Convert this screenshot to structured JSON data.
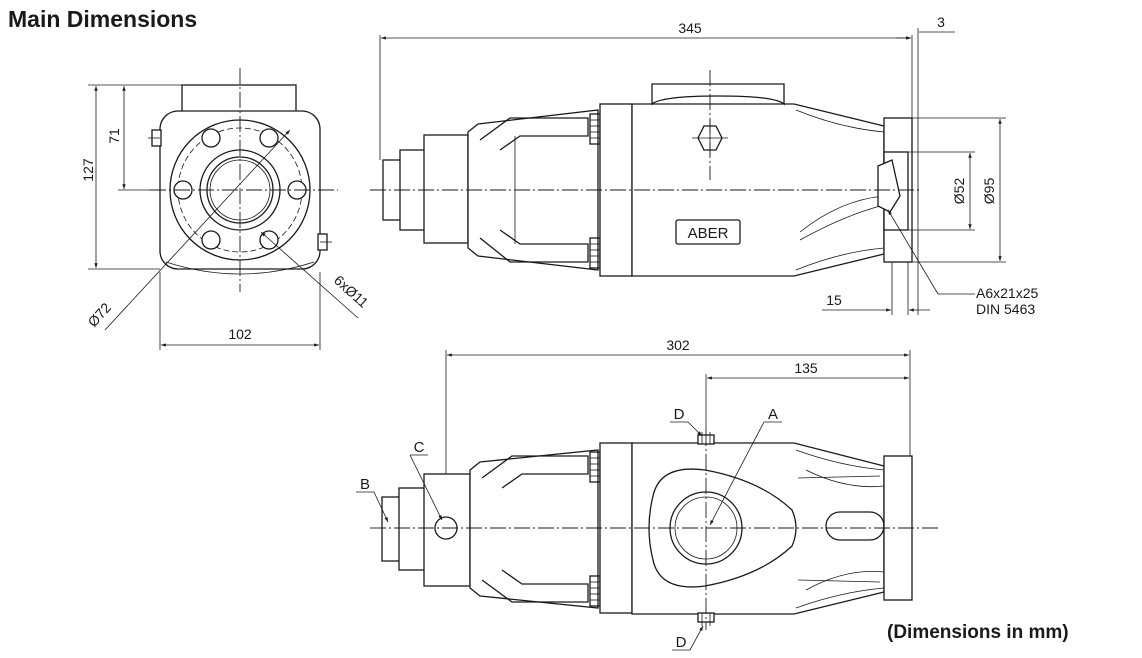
{
  "title": "Main Dimensions",
  "units_note": "(Dimensions in mm)",
  "front_view": {
    "dim_height_total": "127",
    "dim_height_center": "71",
    "dim_width": "102",
    "dim_bolt_circle": "Ø72",
    "dim_holes": "6xØ11"
  },
  "side_view": {
    "dim_length": "345",
    "dim_flange_gap": "3",
    "dim_shaft_dia": "Ø52",
    "dim_flange_dia": "Ø95",
    "dim_shaft_len": "15",
    "key_spec_line1": "A6x21x25",
    "key_spec_line2": "DIN 5463",
    "nameplate": "ABER"
  },
  "top_view": {
    "dim_length": "302",
    "dim_port_pos": "135",
    "port_a": "A",
    "port_b": "B",
    "port_c": "C",
    "port_d_top": "D",
    "port_d_bottom": "D"
  }
}
